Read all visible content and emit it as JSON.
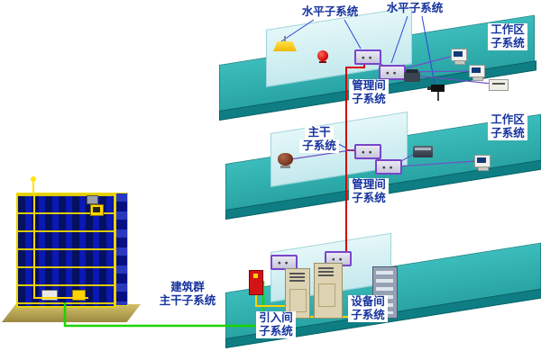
{
  "labels": {
    "horizontal_left": "水平子系统",
    "horizontal_right": "水平子系统",
    "work_area_top": [
      "工作区",
      "子系统"
    ],
    "management_top": [
      "管理间",
      "子系统"
    ],
    "work_area_middle": [
      "工作区",
      "子系统"
    ],
    "backbone": [
      "主干",
      "子系统"
    ],
    "management_middle": [
      "管理间",
      "子系统"
    ],
    "campus_backbone": [
      "建筑群",
      "主干子系统"
    ],
    "entrance_room": [
      "引入间",
      "子系统"
    ],
    "equipment_room": [
      "设备间",
      "子系统"
    ]
  },
  "colors": {
    "floor_teal": "#2fb0b0",
    "floor_edge": "#0e7e84",
    "wall_cyan": "#d2f0f2",
    "building_blue": "#0a18b4",
    "building_outline_yellow": "#e8d400",
    "base_tan": "#c9b85e",
    "cable_red": "#d40000",
    "cable_green": "#1ed400",
    "cable_yellow": "#ffd400",
    "pointer_blue": "#2a46d4",
    "cable_purple": "#7050c8",
    "label_blue": "#16339e",
    "switch_purple": "#7a44cc"
  },
  "devices": {
    "top_floor": [
      "ceiling-lamp",
      "fire-alarm-bell",
      "network-switch",
      "network-switch",
      "telephone",
      "cctv-camera",
      "computer",
      "computer",
      "printer"
    ],
    "middle_floor": [
      "speaker",
      "network-switch",
      "network-switch",
      "fax-machine",
      "computer"
    ],
    "bottom_floor": [
      "distribution-box",
      "network-switch",
      "network-switch",
      "equipment-cabinet",
      "equipment-cabinet",
      "server-rack"
    ],
    "building": [
      "antenna",
      "terminal-box",
      "terminal-box"
    ]
  }
}
